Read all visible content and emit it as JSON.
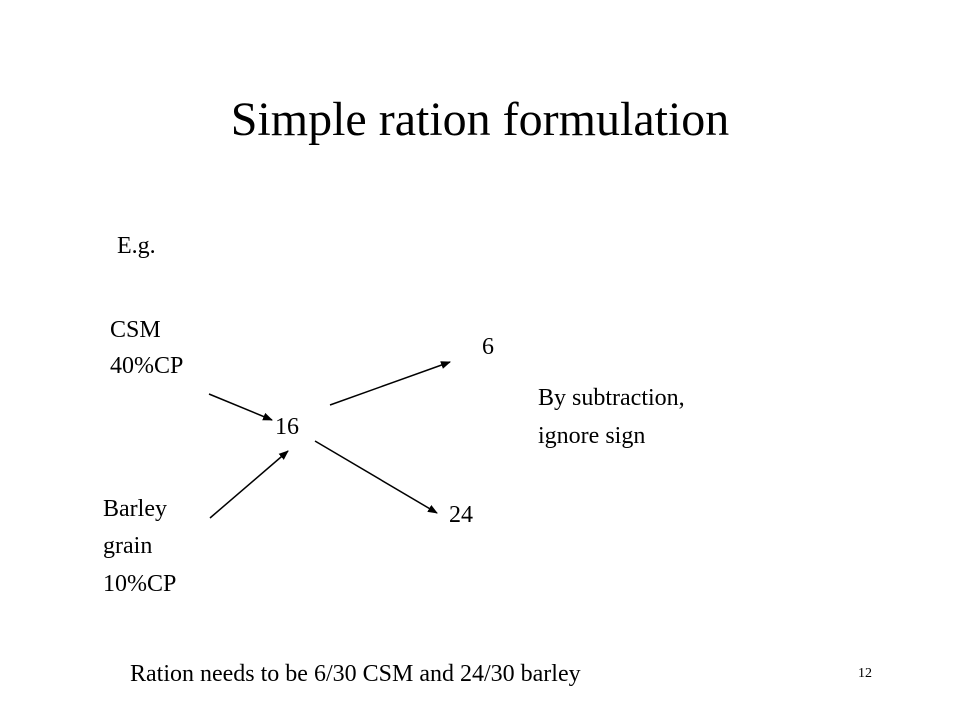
{
  "slide": {
    "title": "Simple ration formulation",
    "example_label": "E.g.",
    "ingredient_a": {
      "line1": "CSM",
      "line2": "40%CP"
    },
    "ingredient_b": {
      "line1": "Barley",
      "line2": "grain",
      "line3": "10%CP"
    },
    "target": "16",
    "result_a": "6",
    "result_b": "24",
    "note": {
      "line1": "By subtraction,",
      "line2": "ignore sign"
    },
    "conclusion": "Ration needs to be 6/30 CSM and 24/30 barley",
    "slide_number": "12"
  }
}
